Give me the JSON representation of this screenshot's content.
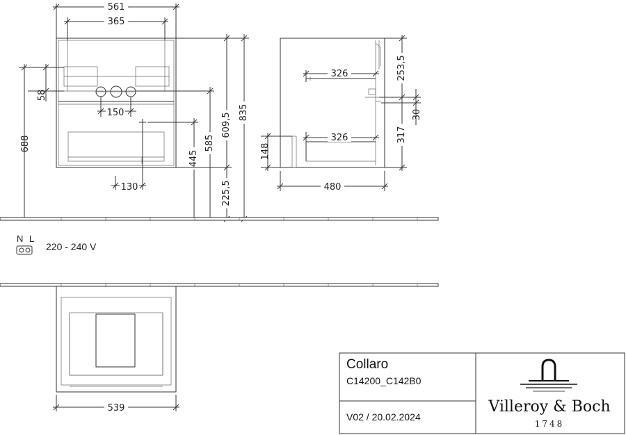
{
  "front_view": {
    "width_outer": "561",
    "width_inner": "365",
    "drawer_offset": "58",
    "height_total": "688",
    "pipe_spacing": "150",
    "drain_offset": "130",
    "h_445": "445",
    "h_585": "585",
    "h_609": "609,5",
    "h_835": "835",
    "h_225": "225,5"
  },
  "side_view": {
    "top_inner": "326",
    "bottom_inner": "326",
    "depth": "480",
    "h_253": "253,5",
    "h_30": "30",
    "h_317": "317",
    "h_148": "148"
  },
  "socket": {
    "n_label": "N",
    "l_label": "L",
    "voltage": "220 - 240 V"
  },
  "top_view": {
    "width": "539"
  },
  "title_block": {
    "product": "Collaro",
    "code": "C14200_C142B0",
    "version": "V02 / 20.02.2024",
    "brand": "Villeroy & Boch",
    "year": "1748"
  }
}
